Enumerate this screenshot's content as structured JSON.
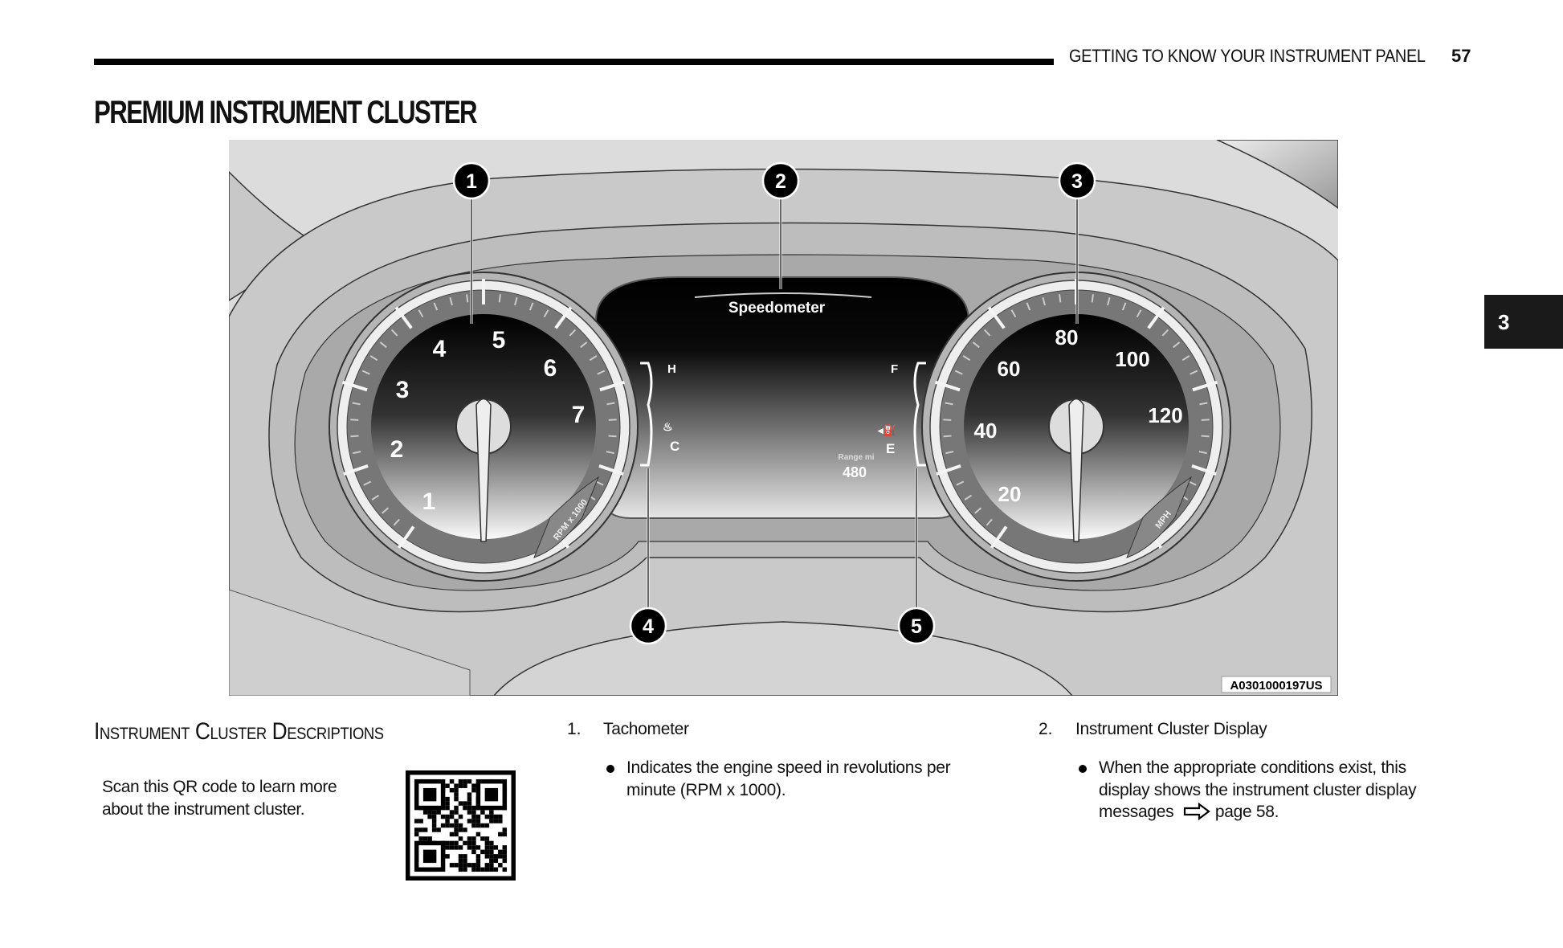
{
  "header": {
    "running_title": "GETTING TO KNOW YOUR INSTRUMENT PANEL",
    "page_number": "57"
  },
  "title": "PREMIUM INSTRUMENT CLUSTER",
  "chapter_tab": "3",
  "figure": {
    "callouts": [
      "1",
      "2",
      "3",
      "4",
      "5"
    ],
    "display_title": "Speedometer",
    "temp_hot": "H",
    "temp_cold": "C",
    "fuel_full": "F",
    "fuel_empty": "E",
    "range_label": "Range mi",
    "range_value": "480",
    "tach_numbers": [
      "1",
      "2",
      "3",
      "4",
      "5",
      "6",
      "7"
    ],
    "tach_unit": "RPM x 1000",
    "speed_numbers": [
      "20",
      "40",
      "60",
      "80",
      "100",
      "120"
    ],
    "speed_unit": "MPH",
    "figure_id": "A0301000197US"
  },
  "section": {
    "heading": "Instrument Cluster Descriptions",
    "qr_text": "Scan this QR code to learn more about the instrument cluster.",
    "items": [
      {
        "number": "1.",
        "label": "Tachometer",
        "bullet": "Indicates the engine speed in revolutions per minute (RPM x 1000)."
      },
      {
        "number": "2.",
        "label": "Instrument Cluster Display",
        "bullet_lines": [
          "When the appropriate conditions exist, this",
          "display shows the instrument cluster display",
          "messages"
        ],
        "page_ref": "page 58."
      }
    ]
  }
}
